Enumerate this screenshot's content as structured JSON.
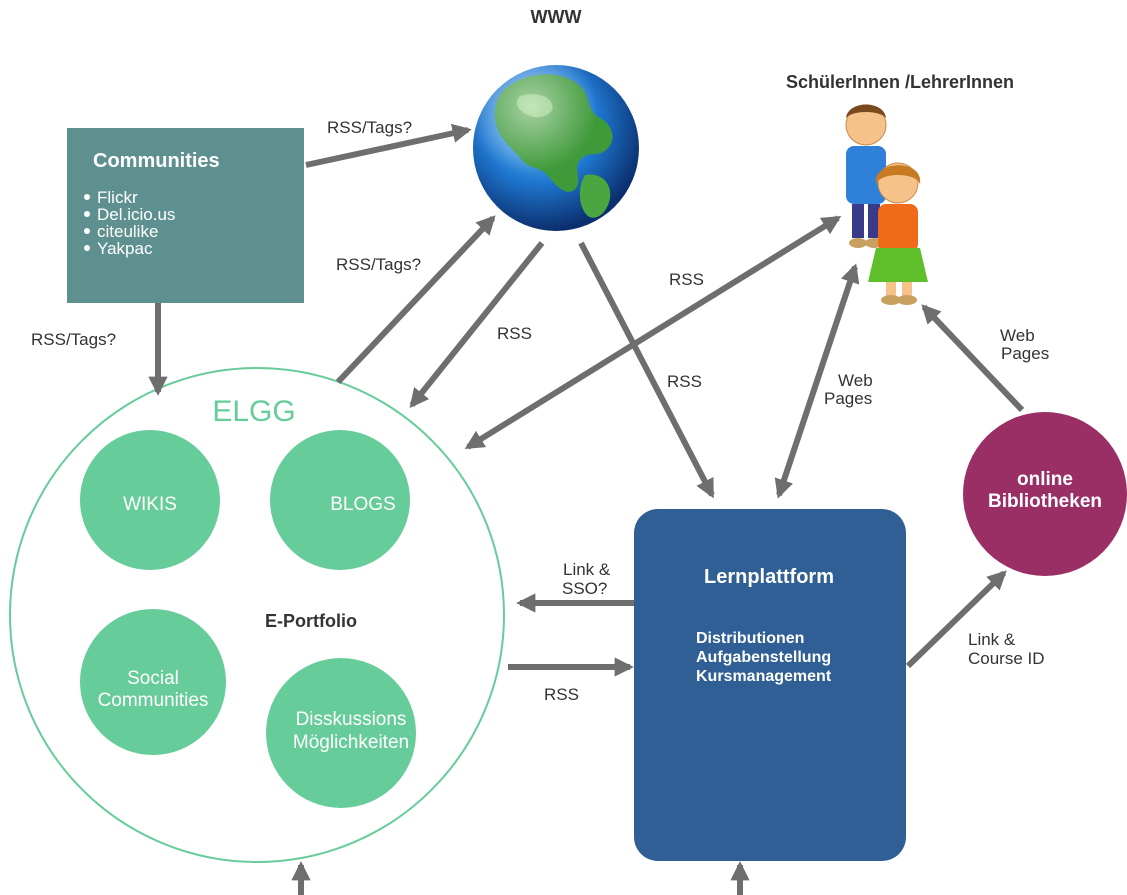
{
  "www": {
    "title": "WWW"
  },
  "users": {
    "title": "SchülerInnen /LehrerInnen"
  },
  "communities": {
    "title": "Communities",
    "items": [
      "Flickr",
      "Del.icio.us",
      "citeulike",
      "Yakpac"
    ]
  },
  "elgg": {
    "title": "ELGG",
    "subtitle": "E-Portfolio",
    "circles": [
      {
        "label_line1": "WIKIS",
        "label_line2": ""
      },
      {
        "label_line1": "BLOGS",
        "label_line2": ""
      },
      {
        "label_line1": "Social",
        "label_line2": "Communities"
      },
      {
        "label_line1": "Disskussions",
        "label_line2": "Möglichkeiten"
      }
    ]
  },
  "lernplattform": {
    "title": "Lernplattform",
    "items": [
      "Distributionen",
      "Aufgabenstellung",
      "Kursmanagement"
    ]
  },
  "bibliotheken": {
    "line1": "online",
    "line2": "Bibliotheken"
  },
  "labels": {
    "comm_to_www": "RSS/Tags?",
    "elgg_to_www": "RSS/Tags?",
    "comm_to_elgg": "RSS/Tags?",
    "www_to_elgg": "RSS",
    "www_to_lern": "RSS",
    "users_elgg": "RSS",
    "users_lern_line1": "Web",
    "users_lern_line2": "Pages",
    "bib_users_line1": "Web",
    "bib_users_line2": "Pages",
    "lern_to_elgg_line1": "Link &",
    "lern_to_elgg_line2": "SSO?",
    "elgg_to_lern": "RSS",
    "lern_bib_line1": "Link &",
    "lern_bib_line2": "Course ID"
  },
  "colors": {
    "communities_box": "#5f9090",
    "elgg_green": "#66cc99",
    "lernplattform_blue": "#2f5f94",
    "bibliotheken_purple": "#9a2f66",
    "arrow_gray": "#6e6e6e"
  }
}
